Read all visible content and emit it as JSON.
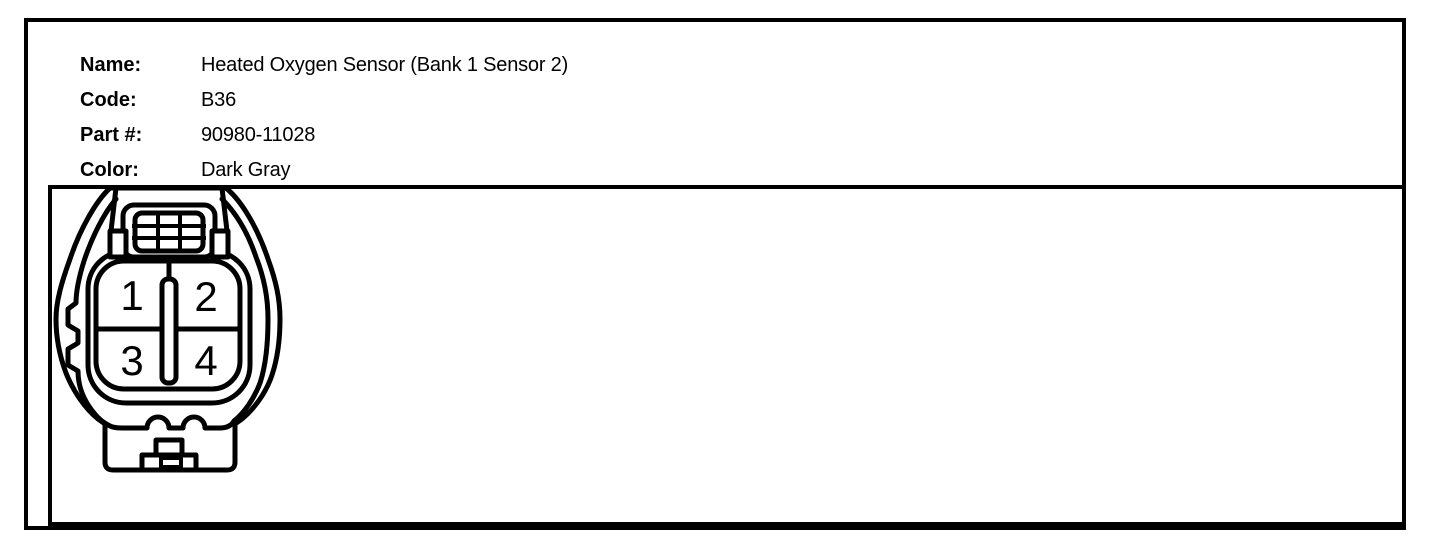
{
  "page": {
    "background": "#ffffff",
    "line_color": "#000000"
  },
  "header": {
    "fields": [
      {
        "label": "Name:",
        "value": "Heated Oxygen Sensor (Bank 1 Sensor 2)"
      },
      {
        "label": "Code:",
        "value": "B36"
      },
      {
        "label": "Part #:",
        "value": "90980-11028"
      },
      {
        "label": "Color:",
        "value": "Dark Gray"
      }
    ]
  },
  "diagram": {
    "type": "connector-pinout",
    "view": "connector face, front view, 4-pin",
    "pins": [
      "1",
      "2",
      "3",
      "4"
    ]
  }
}
